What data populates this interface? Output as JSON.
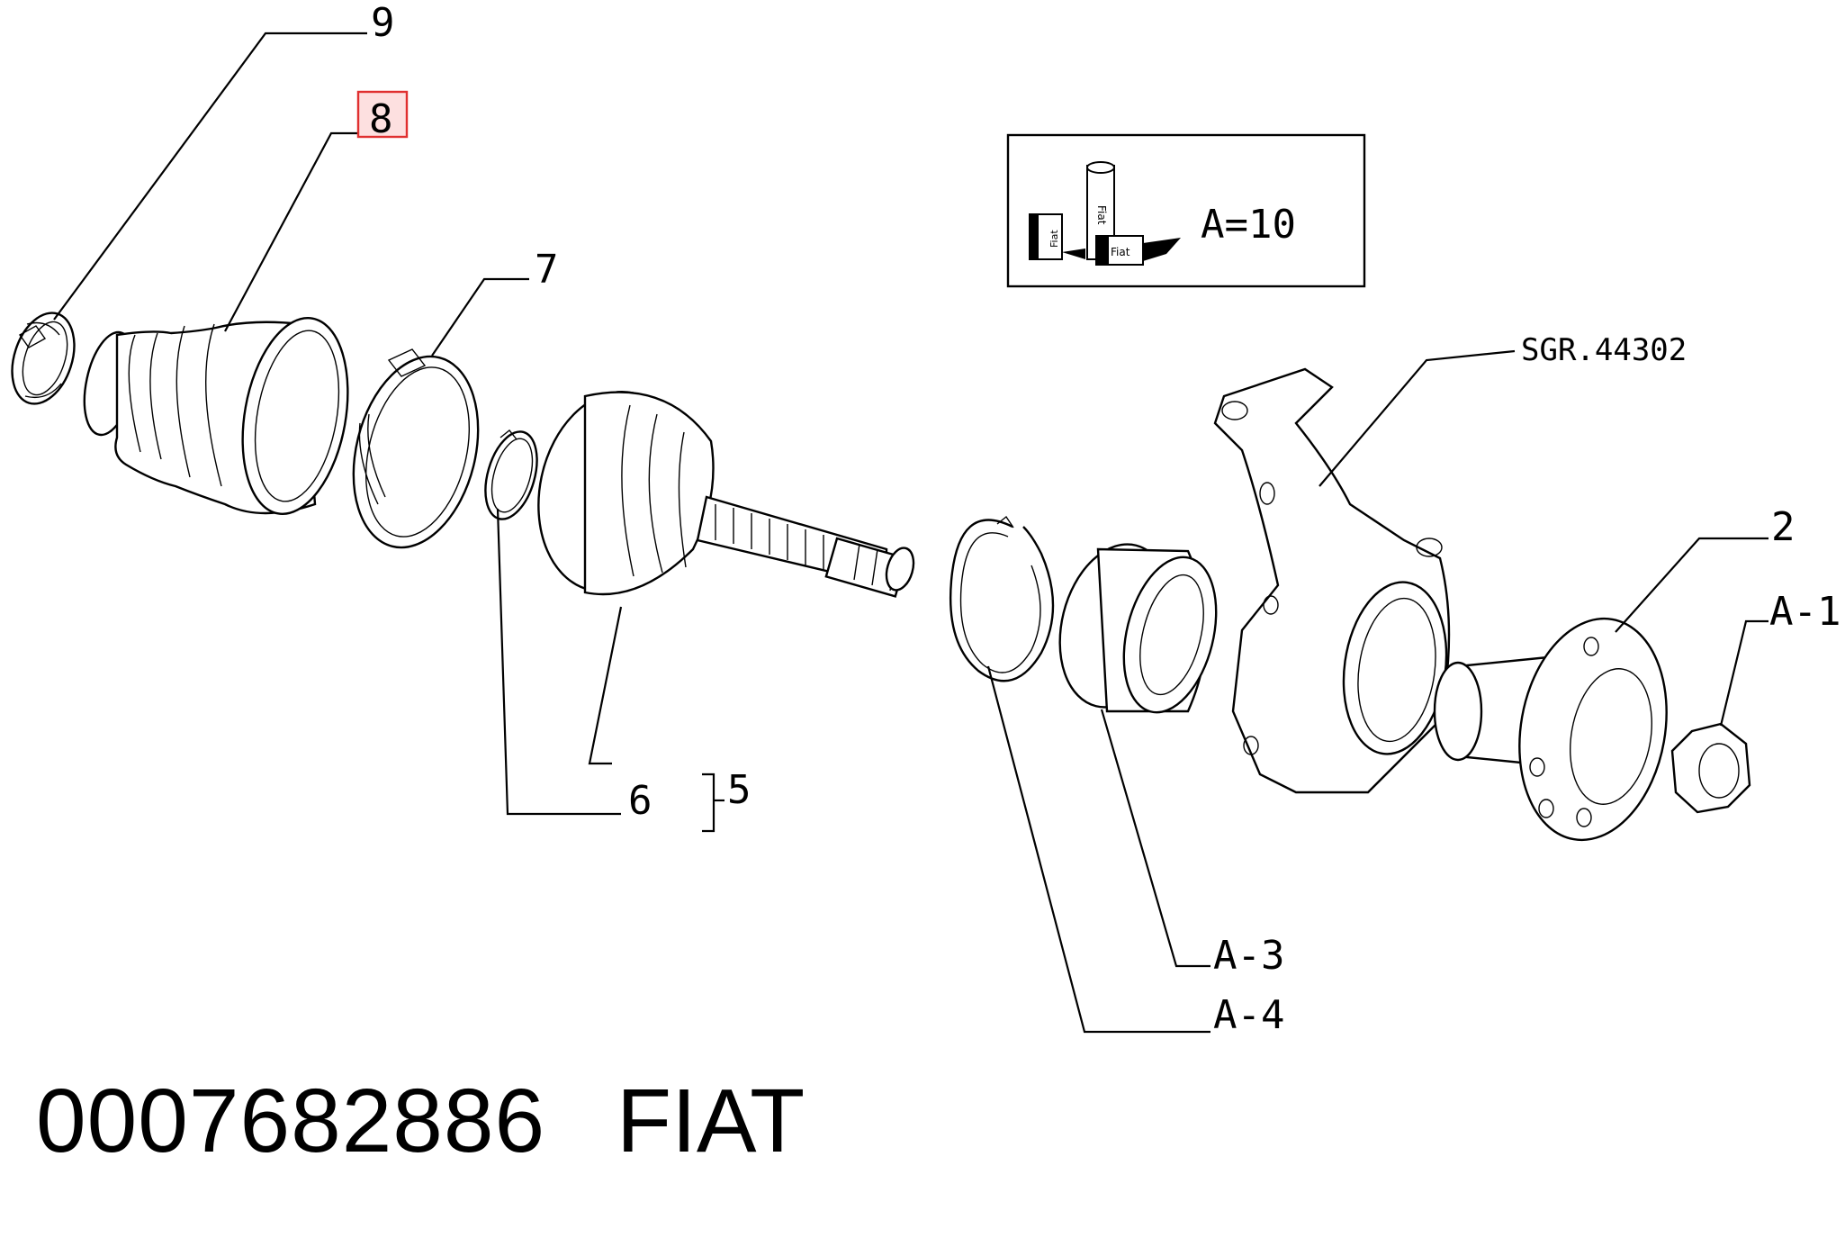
{
  "labels": {
    "p9": "9",
    "p8": "8",
    "p7": "7",
    "p6": "6",
    "p5": "5",
    "p2": "2",
    "a1": "A-1",
    "a3": "A-3",
    "a4": "A-4",
    "sgr": "SGR.44302",
    "kit": "A=10"
  },
  "kit_icon_text": {
    "top": "Fiat",
    "mid": "Fiat",
    "left": "Fiat"
  },
  "footer": {
    "part_number": "0007682886",
    "brand": "FIAT"
  },
  "colors": {
    "highlight_border": "#e03030",
    "highlight_fill": "#fde0e0"
  }
}
